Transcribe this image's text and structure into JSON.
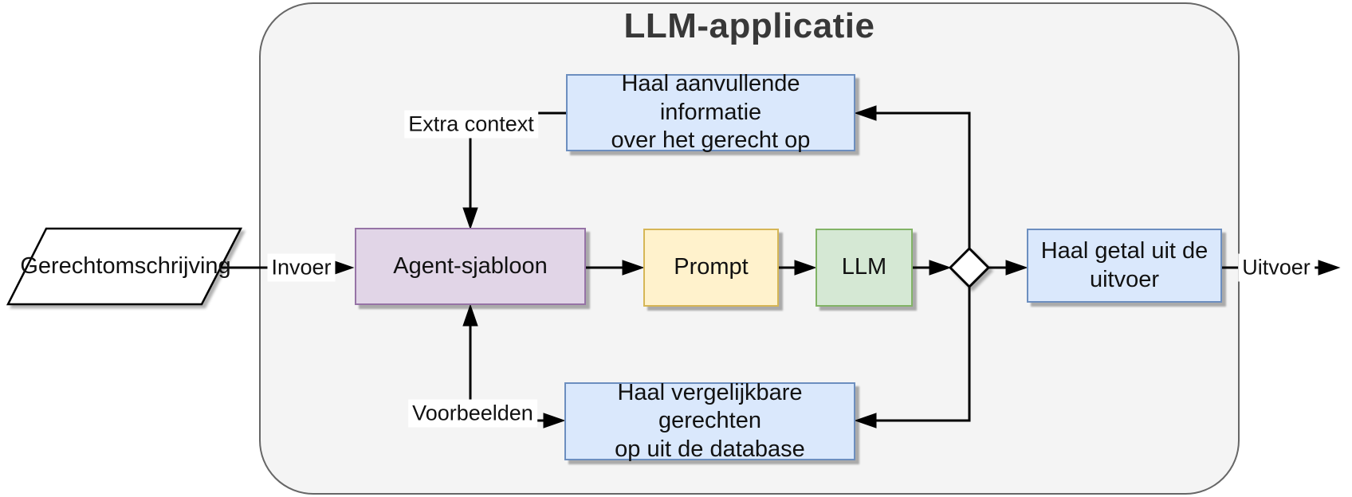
{
  "diagram": {
    "title": "LLM-applicatie",
    "nodes": {
      "dish_description": {
        "label": "Gerechtomschrijving",
        "shape": "parallelogram",
        "fill": "#FFFFFF",
        "stroke": "#000000"
      },
      "agent_template": {
        "label": "Agent-sjabloon",
        "shape": "rect",
        "fill": "#E1D5E7",
        "stroke": "#9673A6"
      },
      "prompt": {
        "label": "Prompt",
        "shape": "rect",
        "fill": "#FFF2CC",
        "stroke": "#D6B656"
      },
      "llm": {
        "label": "LLM",
        "shape": "rect",
        "fill": "#D5E8D4",
        "stroke": "#82B366"
      },
      "decision": {
        "label": "",
        "shape": "diamond",
        "fill": "#FFFFFF",
        "stroke": "#000000"
      },
      "fetch_extra_info": {
        "lines": [
          "Haal aanvullende informatie",
          "over het gerecht op"
        ],
        "shape": "rect",
        "fill": "#DAE8FC",
        "stroke": "#6C8EBF"
      },
      "fetch_similar_dishes": {
        "lines": [
          "Haal vergelijkbare gerechten",
          "op uit de database"
        ],
        "shape": "rect",
        "fill": "#DAE8FC",
        "stroke": "#6C8EBF"
      },
      "extract_number": {
        "lines": [
          "Haal getal uit de",
          "uitvoer"
        ],
        "shape": "rect",
        "fill": "#DAE8FC",
        "stroke": "#6C8EBF"
      }
    },
    "edges": [
      {
        "from": "dish_description",
        "to": "agent_template",
        "label": "Invoer"
      },
      {
        "from": "agent_template",
        "to": "prompt",
        "label": ""
      },
      {
        "from": "prompt",
        "to": "llm",
        "label": ""
      },
      {
        "from": "llm",
        "to": "decision",
        "label": ""
      },
      {
        "from": "decision",
        "to": "extract_number",
        "label": ""
      },
      {
        "from": "extract_number",
        "to": "outside",
        "label": "Uitvoer"
      },
      {
        "from": "decision",
        "to": "fetch_extra_info",
        "label": ""
      },
      {
        "from": "decision",
        "to": "fetch_similar_dishes",
        "label": ""
      },
      {
        "from": "fetch_extra_info",
        "to": "agent_template",
        "label": "Extra context"
      },
      {
        "from": "fetch_similar_dishes",
        "to": "agent_template",
        "label": "Voorbeelden"
      }
    ],
    "colors": {
      "container_fill": "#F4F4F4",
      "container_stroke": "#666666",
      "wire": "#000000",
      "title_text": "#383838",
      "purple_fill": "#E1D5E7",
      "purple_stroke": "#9673A6",
      "yellow_fill": "#FFF2CC",
      "yellow_stroke": "#D6B656",
      "green_fill": "#D5E8D4",
      "green_stroke": "#82B366",
      "blue_fill": "#DAE8FC",
      "blue_stroke": "#6C8EBF"
    }
  }
}
